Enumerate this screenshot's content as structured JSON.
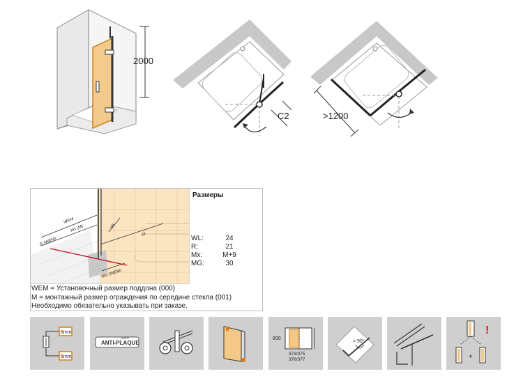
{
  "diagrams": {
    "height_label": "2000",
    "corner_label": "C2",
    "width_label": ">1200"
  },
  "dimensions": {
    "title": "Размеры",
    "rows": [
      {
        "key": "WL:",
        "value": "24"
      },
      {
        "key": "R:",
        "value": "21"
      },
      {
        "key": "Mx:",
        "value": "M+9"
      },
      {
        "key": "MG:",
        "value": "30"
      }
    ],
    "figure_labels": {
      "wem": "WEM",
      "mx": "Mx (M)",
      "r": "R (WEM)",
      "wl": "WL",
      "m": "M",
      "mg": "MG (WEM)"
    },
    "notes": [
      "WEM = Установочный размер поддона (000)",
      "M = монтажный размер ограждения по середине стекла (001)",
      "Необходимо обязательно указывать при заказе."
    ]
  },
  "tiles": {
    "glass": {
      "top": "8mm",
      "bottom": "6mm"
    },
    "anti_plaque": {
      "brand": "HÜPPE",
      "label": "ANTI-PLAQUE"
    },
    "tray": {
      "height": "800",
      "model_a": "373/375",
      "model_b": "376/377"
    },
    "angle": {
      "label": "> 90°"
    },
    "warning": {
      "plus": "+",
      "mark": "!"
    }
  },
  "colors": {
    "glass": "#f7dcae",
    "glass_edge": "#c87a12",
    "highlight_orange": "#e07a10",
    "dim_red": "#c0142a",
    "tile_bg": "#cfcfcf",
    "wall": "#c8c8c8",
    "warning": "#e01020"
  }
}
